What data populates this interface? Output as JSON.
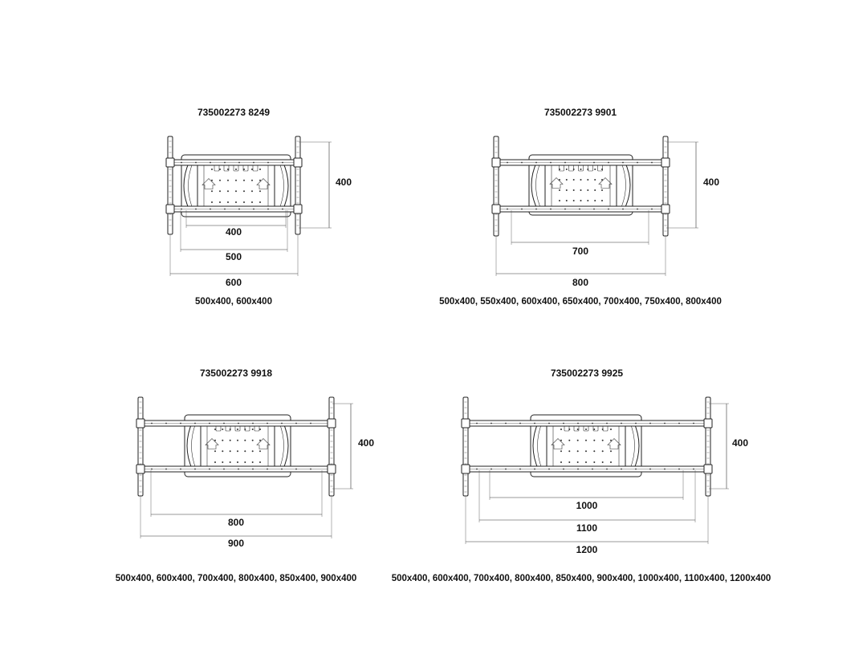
{
  "panels": [
    {
      "code": "735002273 8249",
      "height_dim": "400",
      "width_dims": [
        "400",
        "500",
        "600"
      ],
      "sizes": "500x400, 600x400"
    },
    {
      "code": "735002273 9901",
      "height_dim": "400",
      "width_dims": [
        "700",
        "800"
      ],
      "sizes": "500x400, 550x400, 600x400, 650x400, 700x400, 750x400, 800x400"
    },
    {
      "code": "735002273 9918",
      "height_dim": "400",
      "width_dims": [
        "800",
        "900"
      ],
      "sizes": "500x400, 600x400, 700x400, 800x400, 850x400, 900x400"
    },
    {
      "code": "735002273 9925",
      "height_dim": "400",
      "width_dims": [
        "1000",
        "1100",
        "1200"
      ],
      "sizes": "500x400, 600x400, 700x400, 800x400, 850x400, 900x400, 1000x400, 1100x400, 1200x400"
    }
  ]
}
